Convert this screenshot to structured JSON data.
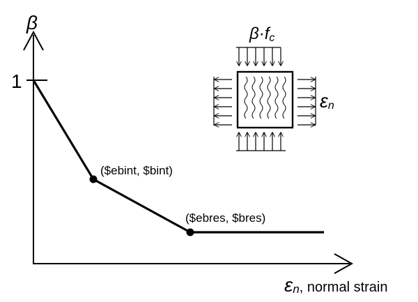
{
  "axes": {
    "y_symbol": "β",
    "y_tick": "1",
    "x_symbol": "ε",
    "x_subscript": "n",
    "x_suffix": ", normal strain"
  },
  "points": [
    {
      "label": "($ebint, $bint)"
    },
    {
      "label": "($ebres, $bres)"
    }
  ],
  "inset": {
    "top_symbol": "β",
    "top_dot": "·",
    "top_f": "f",
    "top_sub": "c",
    "side_symbol": "ε",
    "side_sub": "n"
  },
  "colors": {
    "ink": "#000000",
    "background": "#ffffff"
  }
}
